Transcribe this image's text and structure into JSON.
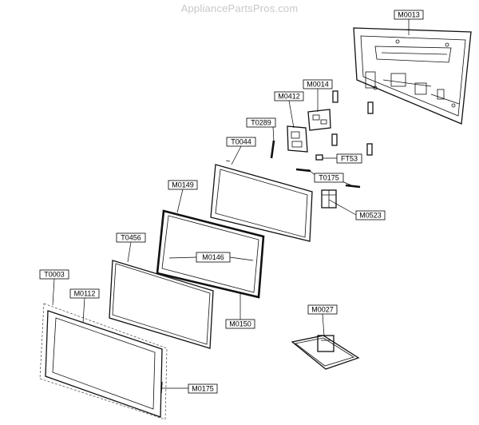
{
  "watermark": "AppliancePartsPros.com",
  "callouts": {
    "M0013": "M0013",
    "M0014": "M0014",
    "M0412": "M0412",
    "T0289": "T0289",
    "T0044": "T0044",
    "FT53": "FT53",
    "T0175": "T0175",
    "M0149": "M0149",
    "M0523": "M0523",
    "T0456": "T0456",
    "M0146": "M0146",
    "T0003": "T0003",
    "M0112": "M0112",
    "M0150": "M0150",
    "M0027": "M0027",
    "M0175": "M0175"
  },
  "colors": {
    "line": "#111111",
    "watermark": "#c8c8c8",
    "background": "#ffffff"
  }
}
